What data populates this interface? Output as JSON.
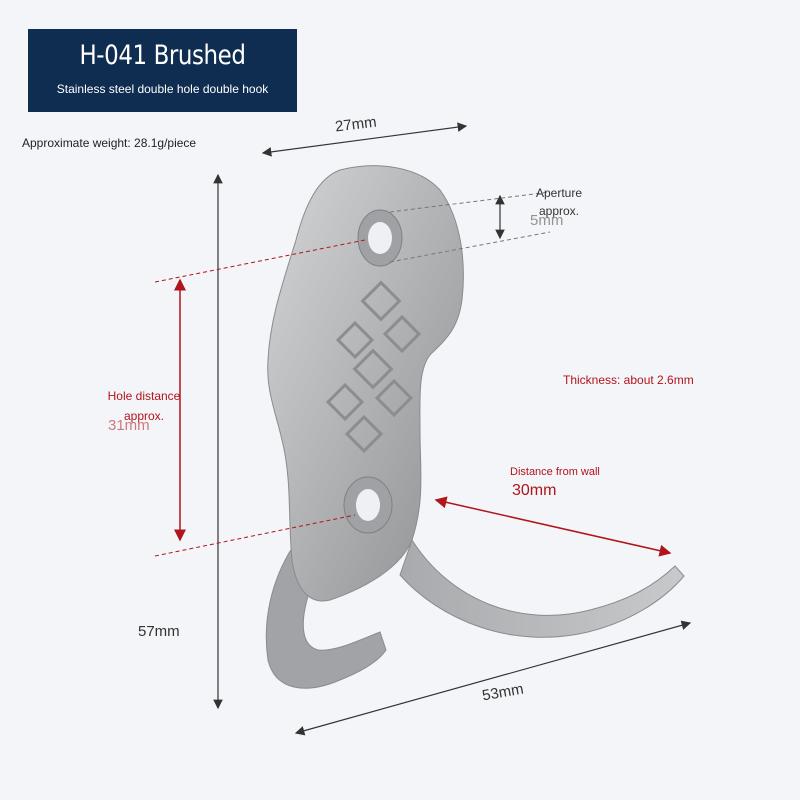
{
  "title": {
    "main": "H-041 Brushed",
    "subtitle": "Stainless steel double hole double hook"
  },
  "weight": "Approximate weight: 28.1g/piece",
  "dimensions": {
    "width": "27mm",
    "height": "57mm",
    "length": "53mm"
  },
  "aperture": {
    "label": "Aperture approx.",
    "value": "5mm"
  },
  "hole_distance": {
    "label": "Hole distance approx.",
    "value": "31mm"
  },
  "thickness": "Thickness: about 2.6mm",
  "wall_distance": {
    "label": "Distance from wall",
    "value": "30mm"
  },
  "colors": {
    "title_background": "#0f2d50",
    "annotation_red": "#b0151b",
    "metal": "#b9babc"
  }
}
